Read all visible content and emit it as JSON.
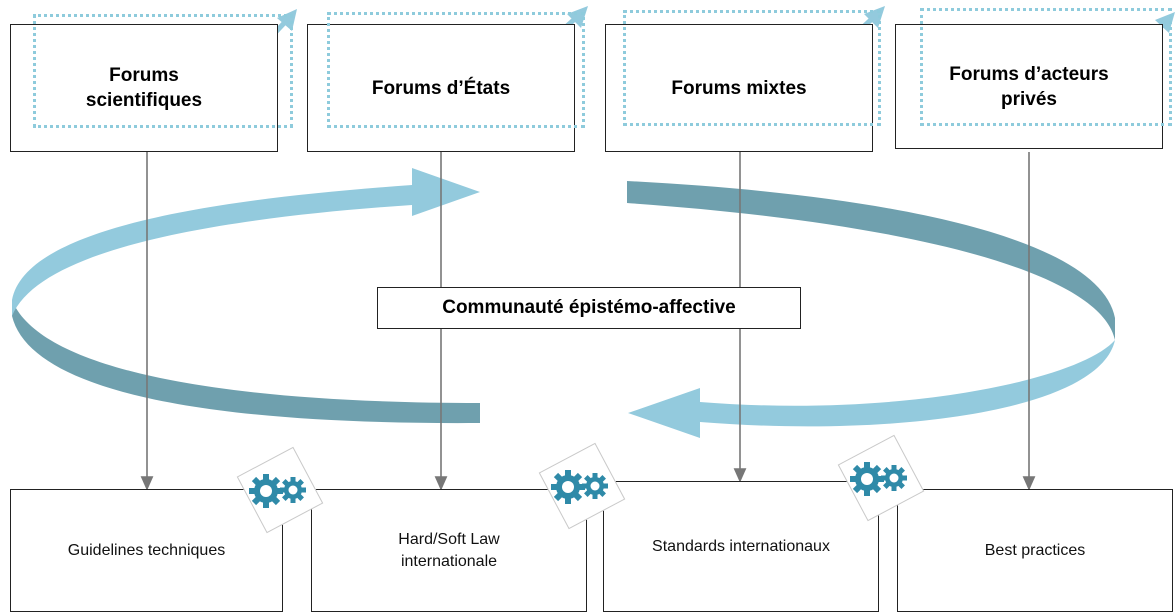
{
  "forums": [
    {
      "label": "Forums\nscientifiques"
    },
    {
      "label": "Forums d’États"
    },
    {
      "label": "Forums mixtes"
    },
    {
      "label": "Forums d’acteurs\nprivés"
    }
  ],
  "center": {
    "label": "Communauté épistémo-affective"
  },
  "outputs": [
    {
      "label": "Guidelines techniques"
    },
    {
      "label": "Hard/Soft Law\ninternationale"
    },
    {
      "label": "Standards internationaux"
    },
    {
      "label": "Best practices"
    }
  ],
  "colors": {
    "arrow_light": "#93cadd",
    "arrow_dark": "#6fa0ae",
    "dotted": "#8ecbdc",
    "gear": "#2f8aa8",
    "connector": "#777777"
  },
  "icons": [
    "double-arrow-icon",
    "gears-icon"
  ]
}
